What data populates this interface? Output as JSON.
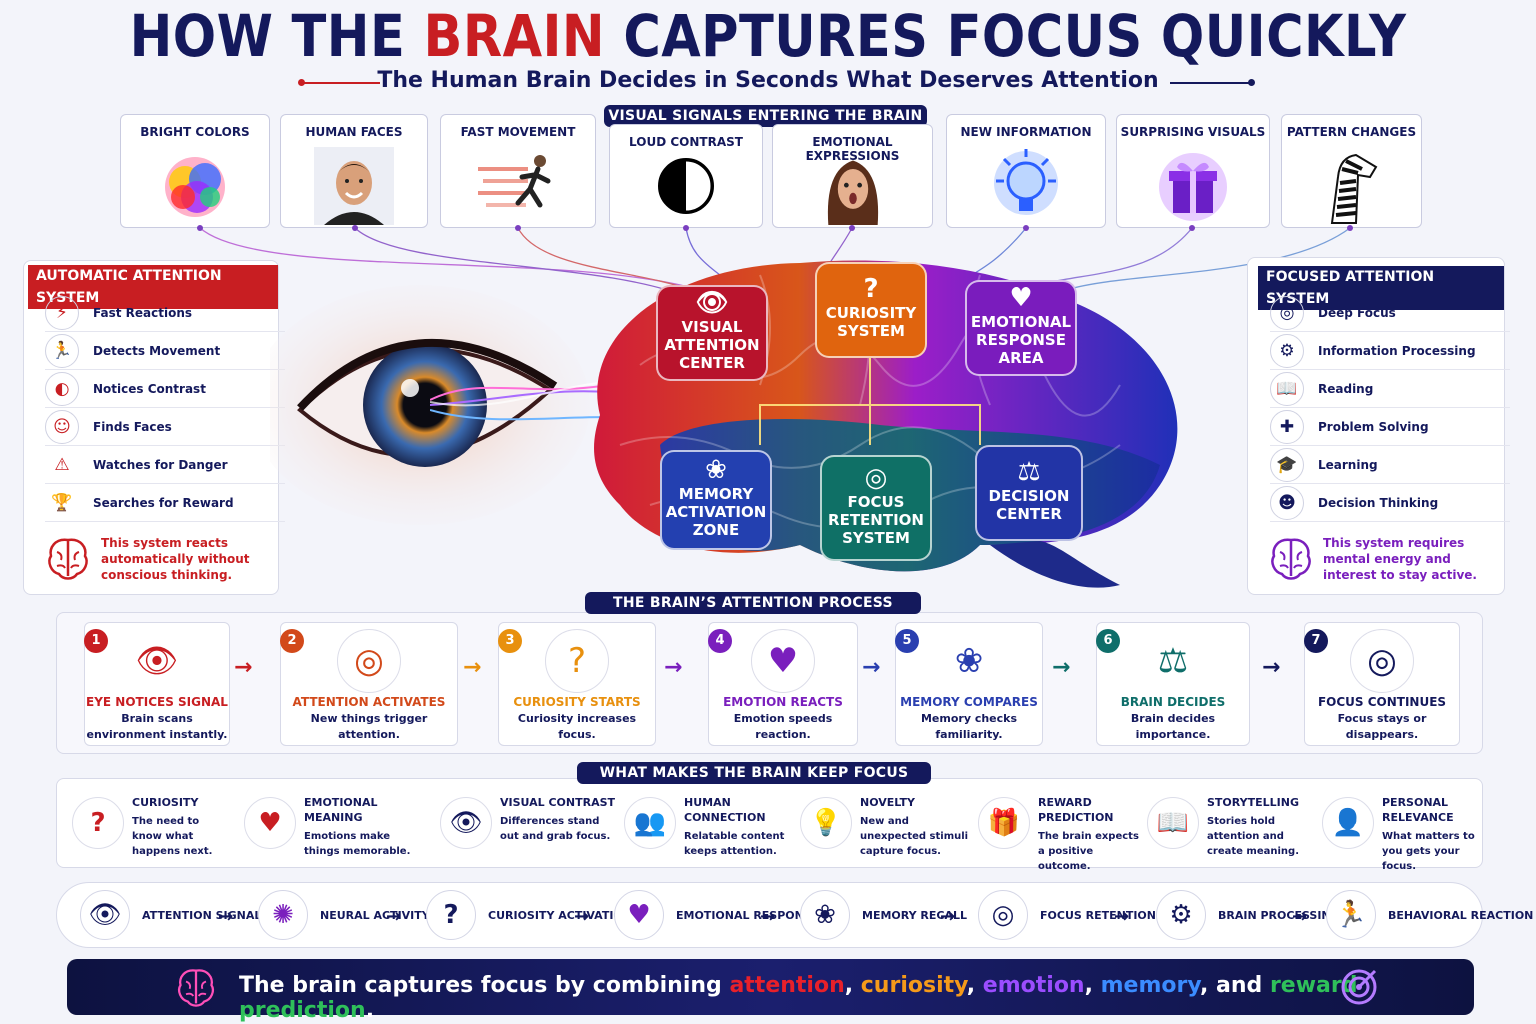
{
  "title": {
    "pre": "HOW THE ",
    "accent": "BRAIN",
    "post": " CAPTURES FOCUS QUICKLY"
  },
  "subtitle": "The Human Brain Decides in Seconds What Deserves Attention",
  "signals_header": "VISUAL SIGNALS ENTERING THE BRAIN",
  "signals": [
    {
      "label": "BRIGHT COLORS",
      "icon": "color-burst"
    },
    {
      "label": "HUMAN FACES",
      "icon": "smiling-face"
    },
    {
      "label": "FAST MOVEMENT",
      "icon": "runner"
    },
    {
      "label": "LOUD CONTRAST",
      "icon": "half-circle"
    },
    {
      "label": "EMOTIONAL EXPRESSIONS",
      "icon": "surprised-face"
    },
    {
      "label": "NEW INFORMATION",
      "icon": "lightbulb"
    },
    {
      "label": "SURPRISING VISUALS",
      "icon": "gift-box"
    },
    {
      "label": "PATTERN CHANGES",
      "icon": "zebra"
    }
  ],
  "automatic": {
    "title": "AUTOMATIC ATTENTION SYSTEM",
    "items": [
      {
        "label": "Fast Reactions",
        "icon": "lightning"
      },
      {
        "label": "Detects Movement",
        "icon": "runner"
      },
      {
        "label": "Notices Contrast",
        "icon": "half-circle"
      },
      {
        "label": "Finds Faces",
        "icon": "face"
      },
      {
        "label": "Watches for Danger",
        "icon": "warning"
      },
      {
        "label": "Searches for Reward",
        "icon": "trophy"
      }
    ],
    "note": "This system reacts automatically without conscious thinking.",
    "color": "#c81e22"
  },
  "focused": {
    "title": "FOCUSED ATTENTION SYSTEM",
    "items": [
      {
        "label": "Deep Focus",
        "icon": "target"
      },
      {
        "label": "Information Processing",
        "icon": "gear"
      },
      {
        "label": "Reading",
        "icon": "book"
      },
      {
        "label": "Problem Solving",
        "icon": "puzzle"
      },
      {
        "label": "Learning",
        "icon": "graduation-cap"
      },
      {
        "label": "Decision Thinking",
        "icon": "head"
      }
    ],
    "note": "This system requires mental energy and interest to stay active.",
    "color": "#14195c"
  },
  "brain_regions": [
    {
      "label": "VISUAL ATTENTION CENTER",
      "icon": "eye",
      "color": "#c4162c"
    },
    {
      "label": "CURIOSITY SYSTEM",
      "icon": "question",
      "color": "#e86a10"
    },
    {
      "label": "EMOTIONAL RESPONSE AREA",
      "icon": "heart",
      "color": "#8a1fc6"
    },
    {
      "label": "MEMORY ACTIVATION ZONE",
      "icon": "brain",
      "color": "#2340b8"
    },
    {
      "label": "FOCUS RETENTION SYSTEM",
      "icon": "target",
      "color": "#0f7a6e"
    },
    {
      "label": "DECISION CENTER",
      "icon": "scales",
      "color": "#2235a8"
    }
  ],
  "process_header": "THE BRAIN’S ATTENTION PROCESS",
  "process": [
    {
      "num": "1",
      "title": "EYE NOTICES SIGNAL",
      "desc": "Brain scans environment instantly.",
      "icon": "eye",
      "color": "#c81e22"
    },
    {
      "num": "2",
      "title": "ATTENTION ACTIVATES",
      "desc": "New things trigger attention.",
      "icon": "target",
      "color": "#d2491a"
    },
    {
      "num": "3",
      "title": "CURIOSITY STARTS",
      "desc": "Curiosity increases focus.",
      "icon": "question",
      "color": "#e8900e"
    },
    {
      "num": "4",
      "title": "EMOTION REACTS",
      "desc": "Emotion speeds reaction.",
      "icon": "heart",
      "color": "#7a1fbd"
    },
    {
      "num": "5",
      "title": "MEMORY COMPARES",
      "desc": "Memory checks familiarity.",
      "icon": "brain",
      "color": "#2a3fb0"
    },
    {
      "num": "6",
      "title": "BRAIN DECIDES",
      "desc": "Brain decides importance.",
      "icon": "scales",
      "color": "#0f6e6a"
    },
    {
      "num": "7",
      "title": "FOCUS CONTINUES",
      "desc": "Focus stays or disappears.",
      "icon": "target",
      "color": "#14195c"
    }
  ],
  "keep_header": "WHAT MAKES THE BRAIN KEEP FOCUS",
  "keep": [
    {
      "title": "CURIOSITY",
      "desc": "The need to know what happens next.",
      "icon": "question",
      "color": "#c81e22"
    },
    {
      "title": "EMOTIONAL MEANING",
      "desc": "Emotions make things memorable.",
      "icon": "heart",
      "color": "#c81e22"
    },
    {
      "title": "VISUAL CONTRAST",
      "desc": "Differences stand out and grab focus.",
      "icon": "eye",
      "color": "#14195c"
    },
    {
      "title": "HUMAN CONNECTION",
      "desc": "Relatable content keeps attention.",
      "icon": "people",
      "color": "#7a1fbd"
    },
    {
      "title": "NOVELTY",
      "desc": "New and unexpected stimuli capture focus.",
      "icon": "lightbulb",
      "color": "#7a1fbd"
    },
    {
      "title": "REWARD PREDICTION",
      "desc": "The brain expects a positive outcome.",
      "icon": "gift",
      "color": "#7a1fbd"
    },
    {
      "title": "STORYTELLING",
      "desc": "Stories hold attention and create meaning.",
      "icon": "book",
      "color": "#14195c"
    },
    {
      "title": "PERSONAL RELEVANCE",
      "desc": "What matters to you gets your focus.",
      "icon": "person",
      "color": "#7a1fbd"
    }
  ],
  "flow": [
    {
      "label": "ATTENTION SIGNALS",
      "icon": "eye"
    },
    {
      "label": "NEURAL ACTIVITY",
      "icon": "neuron"
    },
    {
      "label": "CURIOSITY ACTIVATION",
      "icon": "question"
    },
    {
      "label": "EMOTIONAL RESPONSE",
      "icon": "heart-brain"
    },
    {
      "label": "MEMORY RECALL",
      "icon": "brain"
    },
    {
      "label": "FOCUS RETENTION",
      "icon": "target"
    },
    {
      "label": "BRAIN PROCESSING",
      "icon": "gear"
    },
    {
      "label": "BEHAVIORAL REACTION",
      "icon": "runner"
    }
  ],
  "banner": {
    "pre": "The brain captures focus by combining ",
    "w1": "attention",
    "c1": ", ",
    "w2": "curiosity",
    "c2": ", ",
    "w3": "emotion",
    "c3": ", ",
    "w4": "memory",
    "c4": ", and ",
    "w5": "reward prediction",
    "end": "."
  }
}
